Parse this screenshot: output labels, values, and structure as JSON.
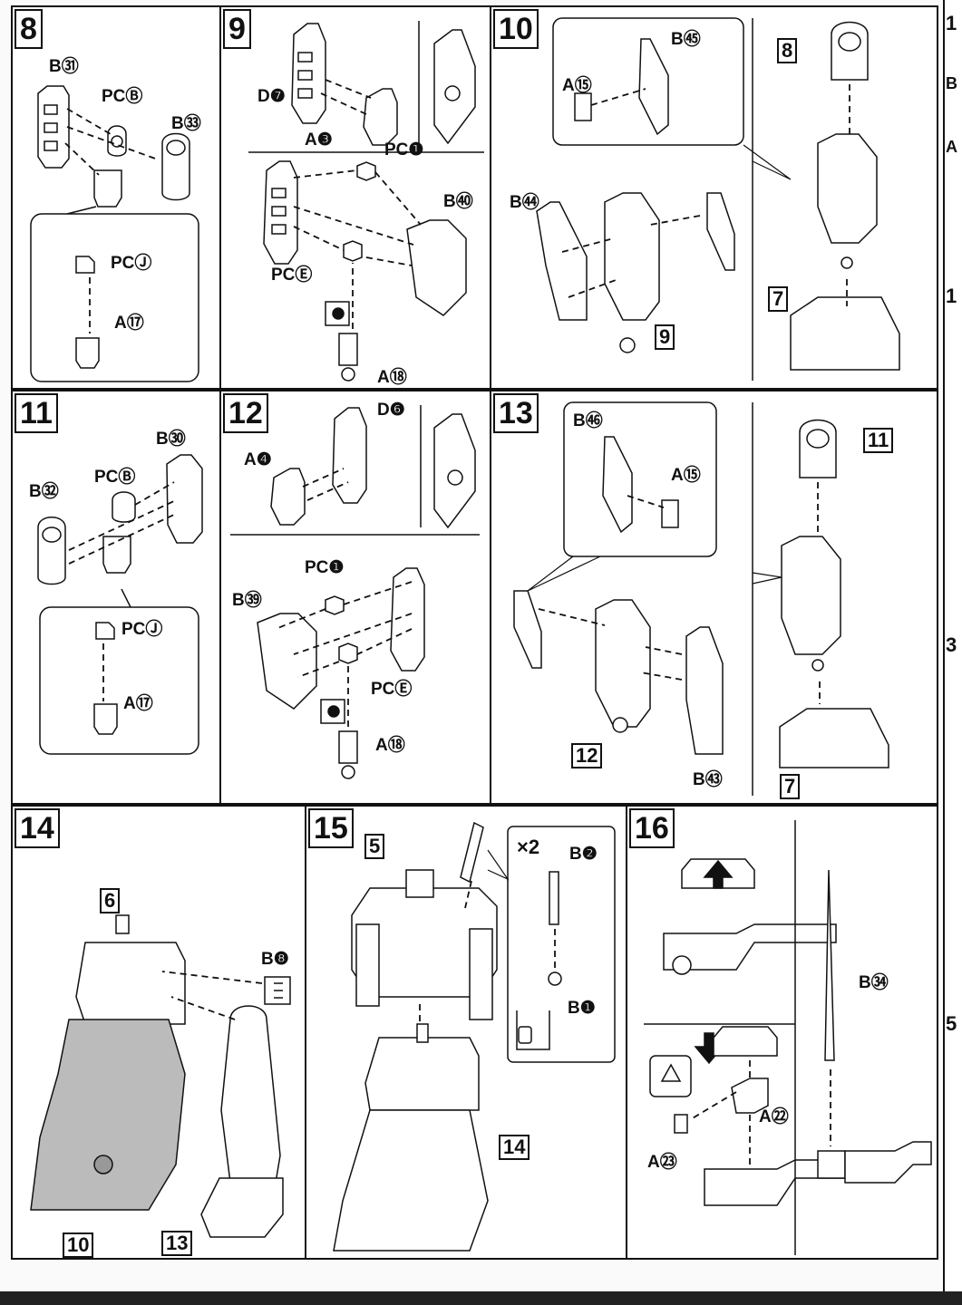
{
  "steps": {
    "s8": {
      "number": "8",
      "labels": [
        "B㉛",
        "PCⒷ",
        "B㉝",
        "PCⒿ",
        "A⑰"
      ]
    },
    "s9": {
      "number": "9",
      "labels": [
        "D❼",
        "A❸",
        "PC❶",
        "B㊵",
        "PCⒺ",
        "A⑱"
      ]
    },
    "s10": {
      "number": "10",
      "labels": [
        "B㊺",
        "A⑮",
        "B㊹"
      ],
      "refs": [
        "8",
        "9",
        "7"
      ]
    },
    "s11": {
      "number": "11",
      "labels": [
        "B㉚",
        "PCⒷ",
        "B㉜",
        "PCⒿ",
        "A⑰"
      ]
    },
    "s12": {
      "number": "12",
      "labels": [
        "D❻",
        "A❹",
        "PC❶",
        "B㊴",
        "PCⒺ",
        "A⑱"
      ]
    },
    "s13": {
      "number": "13",
      "labels": [
        "B㊻",
        "A⑮",
        "B㊸"
      ],
      "refs": [
        "11",
        "12",
        "7"
      ]
    },
    "s14": {
      "number": "14",
      "labels": [
        "B❽"
      ],
      "refs": [
        "6",
        "10",
        "13"
      ]
    },
    "s15": {
      "number": "15",
      "labels": [
        "×2",
        "B❷",
        "B❶"
      ],
      "refs": [
        "5",
        "14"
      ]
    },
    "s16": {
      "number": "16",
      "labels": [
        "B㉞",
        "A㉒",
        "A㉓"
      ]
    }
  },
  "side_partial": [
    "1",
    "B",
    "A",
    "1",
    "3",
    "5"
  ],
  "icons": [
    "exclamation-icon",
    "rotate-icon",
    "cut-icon",
    "gate-icon"
  ]
}
